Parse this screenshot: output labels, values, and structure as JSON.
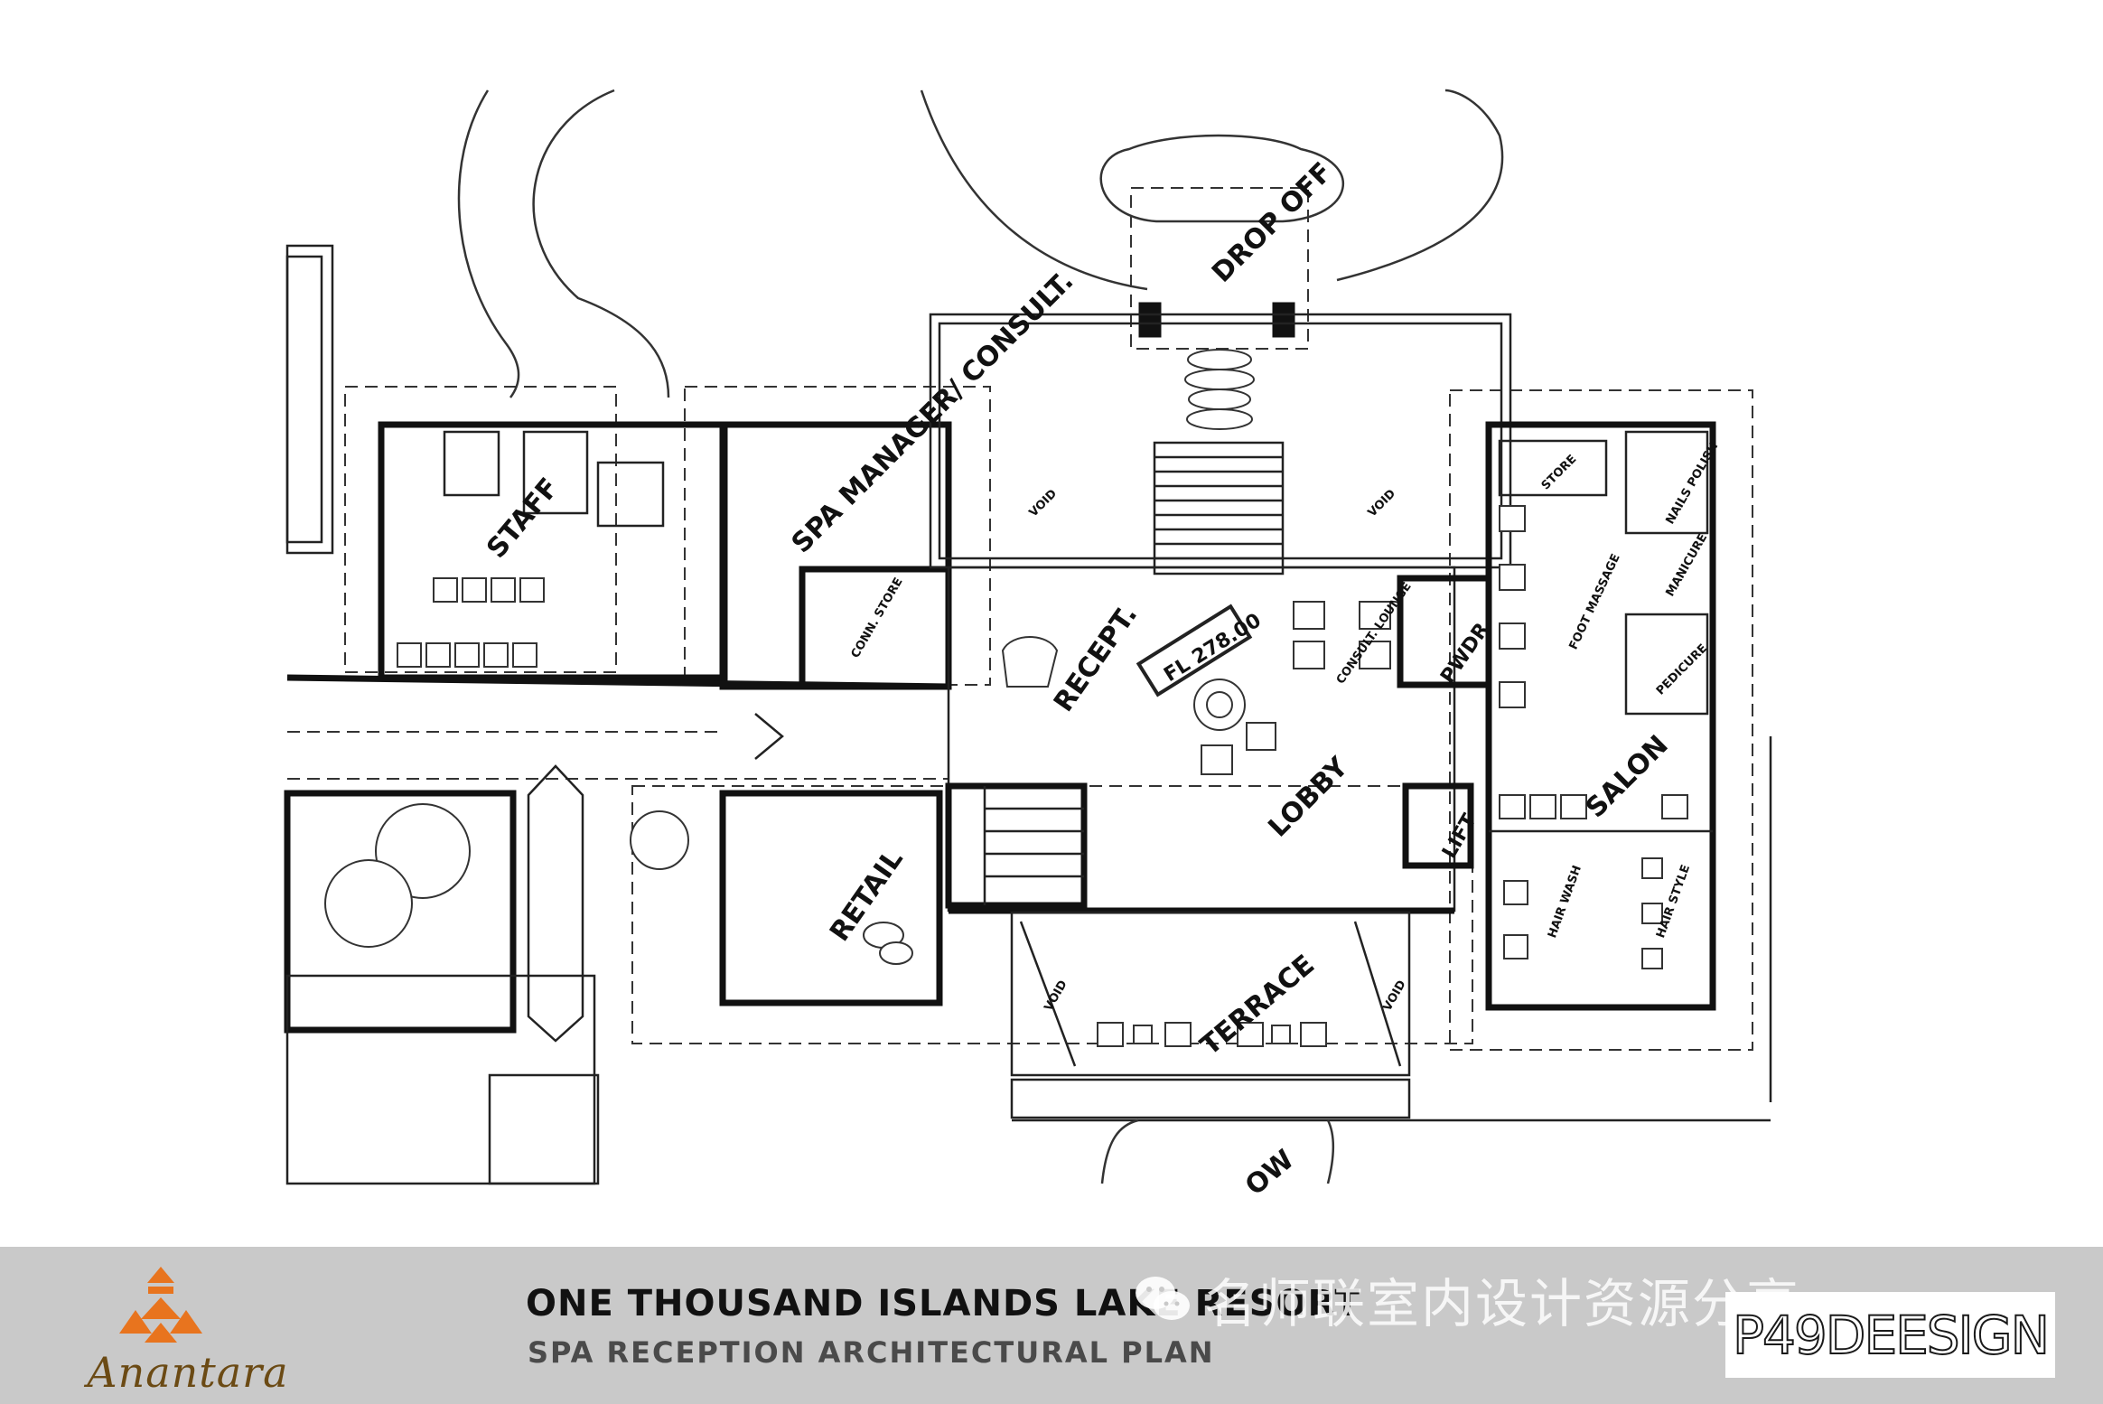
{
  "plan": {
    "labels": {
      "drop_off": "DROP OFF",
      "staff": "STAFF",
      "spa_manager": "SPA MANAGER/ CONSULT.",
      "void": "VOID",
      "recept": "RECEPT.",
      "lobby": "LOBBY",
      "fl_level": "FL 278.00",
      "consult_lounge": "CONSULT. LOUNGE",
      "pwdr": "PWDR",
      "store": "STORE",
      "nails_polish": "NAILS POLISH",
      "foot_massage": "FOOT MASSAGE",
      "manicure": "MANICURE",
      "pedicure": "PEDICURE",
      "salon": "SALON",
      "lift": "LIFT",
      "retail": "RETAIL",
      "terrace": "TERRACE",
      "hair_wash": "HAIR WASH",
      "hair_style": "HAIR STYLE",
      "conn_store": "CONN. STORE",
      "bottom_cut": "OW"
    }
  },
  "footer": {
    "brand_name": "Anantara",
    "project_title": "ONE THOUSAND ISLANDS LAKE RESORT",
    "plan_subtitle": "SPA RECEPTION ARCHITECTURAL PLAN",
    "watermark_text": "名师联室内设计资源分享",
    "designer_logo": "P49DEESIGN"
  },
  "colors": {
    "footer_band": "#c9c9c9",
    "brand_orange": "#e8741e",
    "brand_text": "#6b4a14",
    "subtitle_gray": "#4a4a4a"
  }
}
